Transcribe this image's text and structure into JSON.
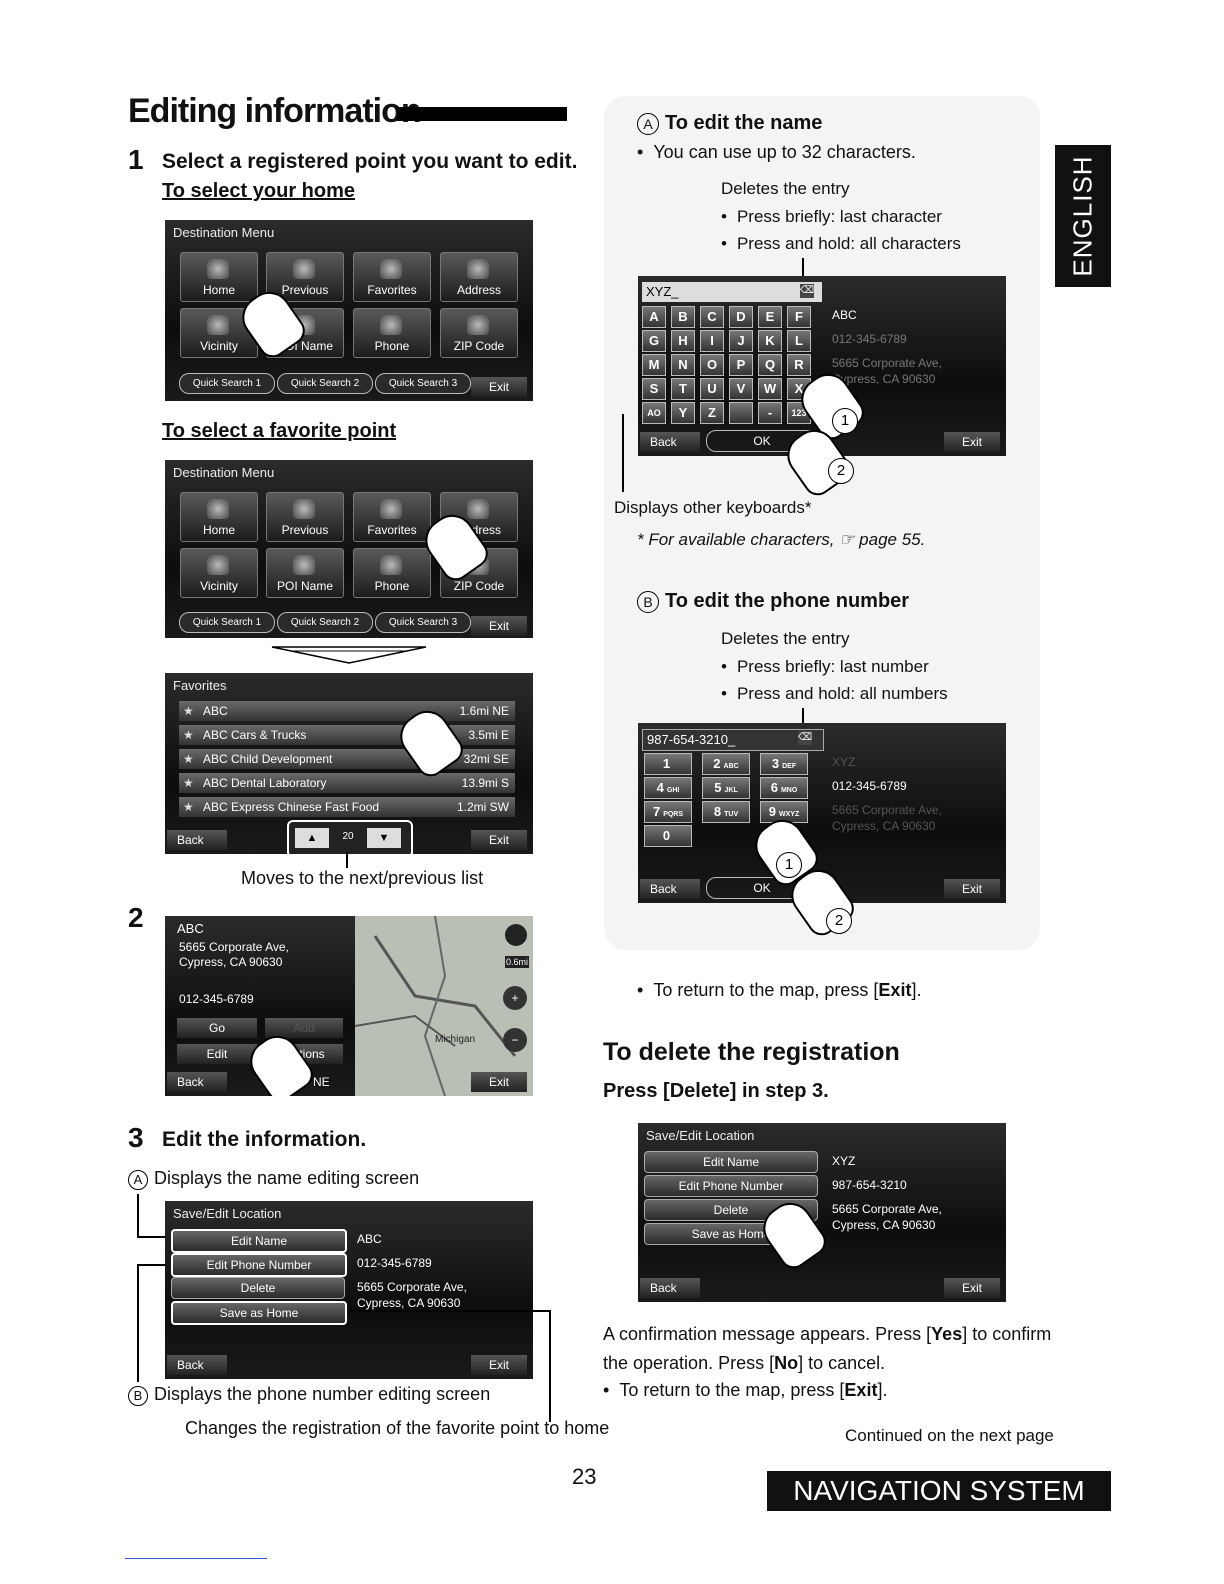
{
  "title": "Editing information",
  "step1": {
    "num": "1",
    "text": "Select a registered point you want to edit.",
    "sub_home": "To select your home",
    "sub_fav": "To select a favorite point"
  },
  "dest_menu": {
    "title": "Destination Menu",
    "tiles": [
      "Home",
      "Previous",
      "Favorites",
      "Address",
      "Vicinity",
      "POI Name",
      "Phone",
      "ZIP Code"
    ],
    "quick": [
      "Quick Search 1",
      "Quick Search 2",
      "Quick Search 3"
    ],
    "exit": "Exit"
  },
  "favorites": {
    "title": "Favorites",
    "rows": [
      {
        "name": "ABC",
        "dist": "1.6mi NE"
      },
      {
        "name": "ABC Cars & Trucks",
        "dist": "3.5mi E"
      },
      {
        "name": "ABC Child Development",
        "dist": "32mi SE"
      },
      {
        "name": "ABC Dental Laboratory",
        "dist": "13.9mi S"
      },
      {
        "name": "ABC Express Chinese Fast Food",
        "dist": "1.2mi SW"
      }
    ],
    "back": "Back",
    "exit": "Exit",
    "page": "20",
    "caption": "Moves to the next/previous list"
  },
  "step2": {
    "num": "2",
    "name": "ABC",
    "addr1": "5665 Corporate Ave,",
    "addr2": "Cypress, CA 90630",
    "phone": "012-345-6789",
    "go": "Go",
    "add": "Add",
    "edit": "Edit",
    "options": "Options",
    "back": "Back",
    "exit": "Exit",
    "scale": "0.6mi",
    "compass": "NE",
    "map_label": "Michigan"
  },
  "step3": {
    "num": "3",
    "text": "Edit the information.",
    "a_label": "Displays the name editing screen",
    "b_label": "Displays the phone number editing screen",
    "home_label": "Changes the registration of the favorite point to home",
    "menu_title": "Save/Edit Location",
    "buttons": [
      "Edit Name",
      "Edit Phone Number",
      "Delete",
      "Save as Home"
    ],
    "info": {
      "name": "ABC",
      "phone": "012-345-6789",
      "addr1": "5665 Corporate Ave,",
      "addr2": "Cypress, CA 90630"
    },
    "back": "Back",
    "exit": "Exit"
  },
  "edit_name": {
    "marker": "A",
    "title": "To edit the name",
    "bullet": "You can use up to 32 characters.",
    "deletes": "Deletes the entry",
    "press_brief": "Press briefly: last character",
    "press_hold": "Press and hold: all characters",
    "input": "XYZ_",
    "keys": [
      "A",
      "B",
      "C",
      "D",
      "E",
      "F",
      "G",
      "H",
      "I",
      "J",
      "K",
      "L",
      "M",
      "N",
      "O",
      "P",
      "Q",
      "R",
      "S",
      "T",
      "U",
      "V",
      "W",
      "X",
      "AO",
      "Y",
      "Z",
      "",
      "-",
      "123"
    ],
    "info_name": "ABC",
    "info_phone": "012-345-6789",
    "info_addr1": "5665 Corporate Ave,",
    "info_addr2": "Cypress, CA 90630",
    "back": "Back",
    "ok": "OK",
    "exit": "Exit",
    "other_kbd": "Displays other keyboards*",
    "note": "* For available characters, ☞ page 55."
  },
  "edit_phone": {
    "marker": "B",
    "title": "To edit the phone number",
    "deletes": "Deletes the entry",
    "press_brief": "Press briefly: last number",
    "press_hold": "Press and hold: all numbers",
    "input": "987-654-3210_",
    "keys": [
      [
        "1",
        ""
      ],
      [
        "2",
        "ABC"
      ],
      [
        "3",
        "DEF"
      ],
      [
        "4",
        "GHI"
      ],
      [
        "5",
        "JKL"
      ],
      [
        "6",
        "MNO"
      ],
      [
        "7",
        "PQRS"
      ],
      [
        "8",
        "TUV"
      ],
      [
        "9",
        "WXYZ"
      ],
      [
        "0",
        ""
      ]
    ],
    "info_phone": "012-345-6789",
    "info_name": "XYZ",
    "info_addr1": "5665 Corporate Ave,",
    "info_addr2": "Cypress, CA 90630",
    "back": "Back",
    "ok": "OK",
    "exit": "Exit"
  },
  "return_note": {
    "pre": "To return to the map, press [",
    "key": "Exit",
    "post": "]."
  },
  "delete": {
    "heading": "To delete the registration",
    "sub_pre": "Press [Delete] in step ",
    "sub_step": "3",
    "sub_post": ".",
    "menu_title": "Save/Edit Location",
    "buttons": [
      "Edit Name",
      "Edit Phone Number",
      "Delete",
      "Save as Home"
    ],
    "info": {
      "name": "XYZ",
      "phone": "987-654-3210",
      "addr1": "5665 Corporate Ave,",
      "addr2": "Cypress, CA 90630"
    },
    "back": "Back",
    "exit": "Exit",
    "confirm_pre": "A confirmation message appears. Press [",
    "yes": "Yes",
    "confirm_mid": "] to confirm the operation. Press [",
    "no": "No",
    "confirm_post": "] to cancel.",
    "return_pre": "To return to the map, press [",
    "return_key": "Exit",
    "return_post": "]."
  },
  "continued": "Continued on the next page",
  "page_number": "23",
  "section": "NAVIGATION SYSTEM",
  "language_tab": "ENGLISH"
}
